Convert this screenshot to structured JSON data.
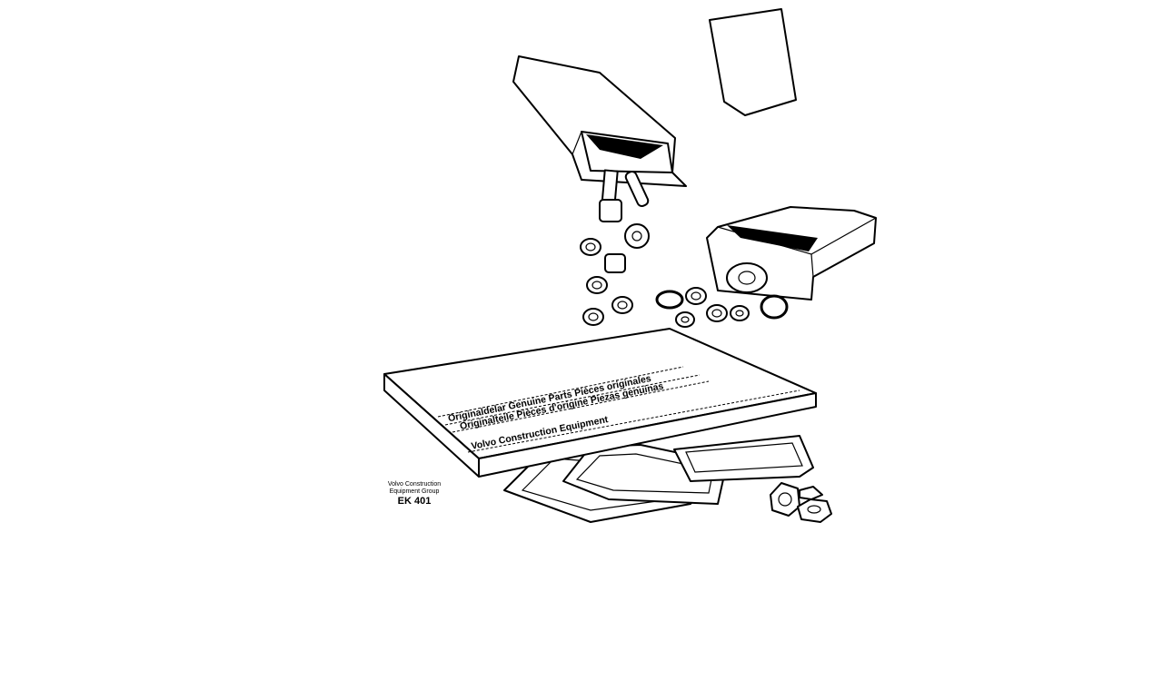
{
  "illustration": {
    "book_lines": [
      "Originaldelar Genuine Parts Pièces originales",
      "Originalteile Pièces d'origine Piezas genuinas",
      "Volvo Construction Equipment"
    ],
    "caption": {
      "company_line1": "Volvo Construction",
      "company_line2": "Equipment Group",
      "code": "EK 401"
    }
  }
}
